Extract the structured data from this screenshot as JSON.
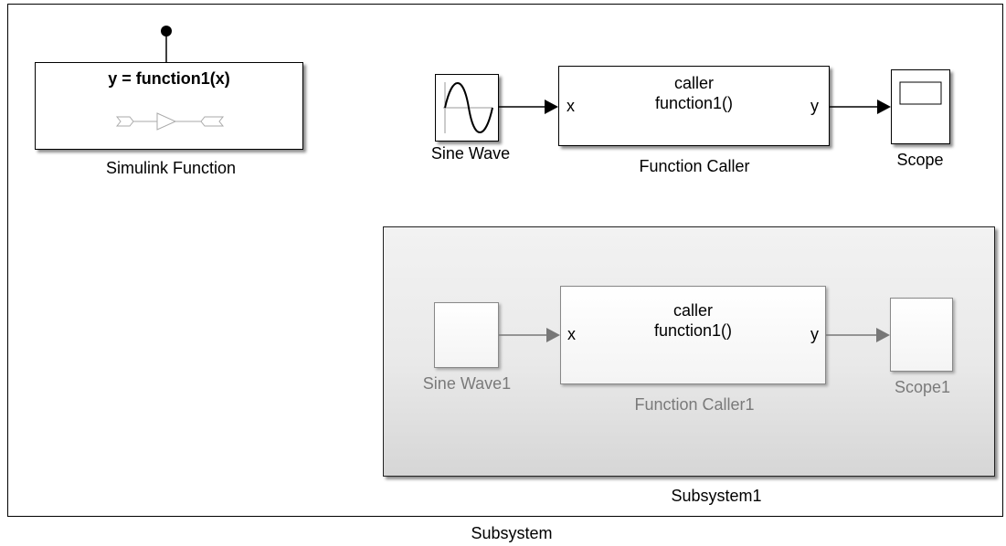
{
  "diagram": {
    "outer_subsystem_label": "Subsystem",
    "simulink_function": {
      "title": "y = function1(x)",
      "label": "Simulink Function"
    },
    "sine_wave": {
      "label": "Sine Wave"
    },
    "function_caller": {
      "line1": "caller",
      "line2": "function1()",
      "in_port": "x",
      "out_port": "y",
      "label": "Function Caller"
    },
    "scope": {
      "label": "Scope"
    },
    "subsystem1": {
      "label": "Subsystem1",
      "sine_wave": {
        "label": "Sine Wave1"
      },
      "function_caller": {
        "line1": "caller",
        "line2": "function1()",
        "in_port": "x",
        "out_port": "y",
        "label": "Function Caller1"
      },
      "scope": {
        "label": "Scope1"
      }
    }
  }
}
